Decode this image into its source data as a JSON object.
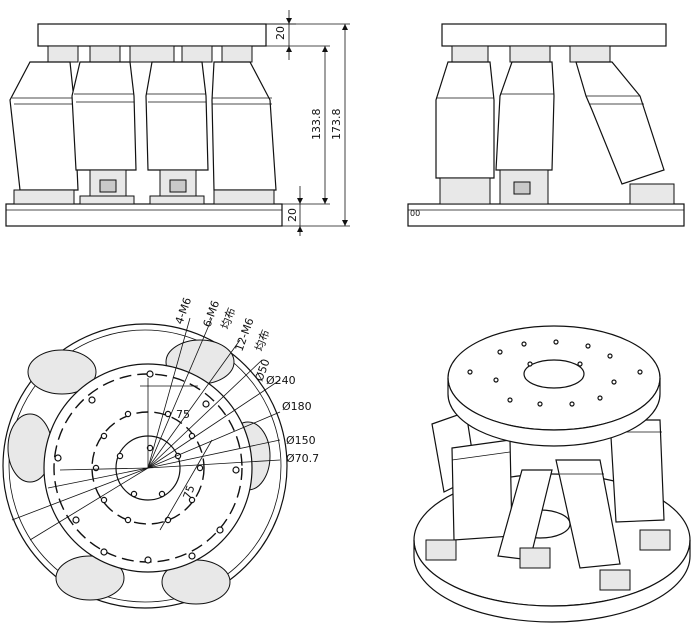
{
  "front_view": {
    "dim_top_thickness": "20",
    "dim_inner_height": "133.8",
    "dim_total_height": "173.8",
    "dim_base_thickness": "20"
  },
  "side_view": {
    "base_mark": "00"
  },
  "top_view": {
    "label_4m6": "4-M6",
    "label_6m6": "6-M6",
    "label_6m6_even": "均布",
    "label_12m6": "12-M6",
    "label_12m6_even": "均布",
    "label_d50": "Ø50",
    "label_d240": "Ø240",
    "label_d180": "Ø180",
    "label_d150": "Ø150",
    "label_d707": "Ø70.7",
    "label_75a": "75",
    "label_75b": "75"
  }
}
